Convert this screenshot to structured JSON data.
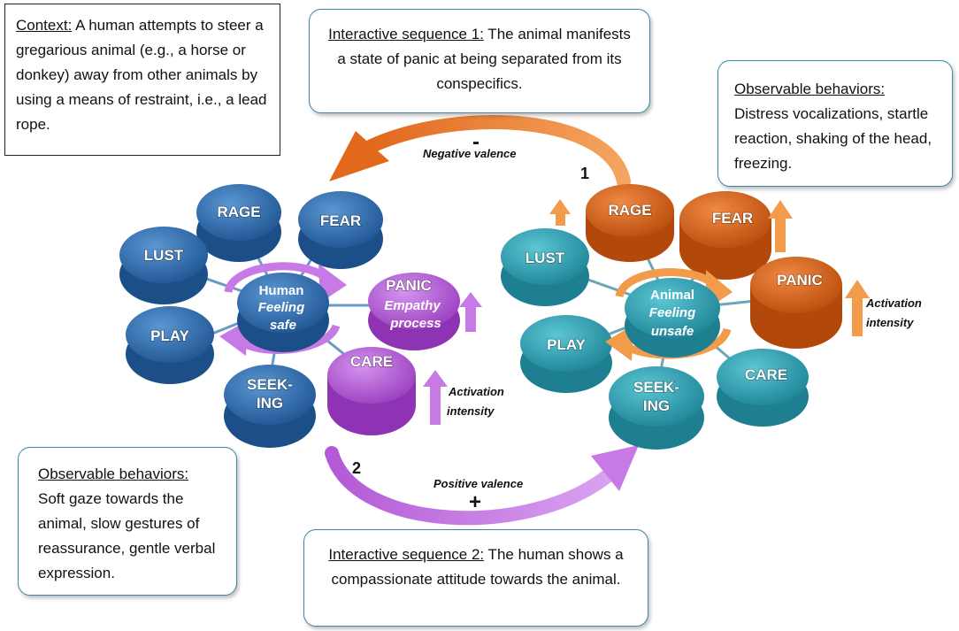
{
  "context": {
    "heading": "Context:",
    "text": " A human attempts to steer a gregarious animal (e.g., a horse or donkey) away from other animals by using a means of restraint, i.e., a lead rope."
  },
  "sequence1": {
    "heading": "Interactive sequence 1:",
    "text": "  The animal manifests a state of panic at being separated from its conspecifics."
  },
  "sequence2": {
    "heading": "Interactive sequence 2:",
    "text": " The human shows a compassionate attitude towards the animal."
  },
  "animal_behaviors": {
    "heading": "Observable behaviors:",
    "text": "Distress vocalizations, startle reaction, shaking of the head, freezing."
  },
  "human_behaviors": {
    "heading": "Observable behaviors:",
    "text": "Soft gaze towards the animal, slow gestures of reassurance, gentle verbal expression."
  },
  "negative_arrow": {
    "sign": "-",
    "label": "Negative valence",
    "number": "1"
  },
  "positive_arrow": {
    "sign": "+",
    "label": "Positive valence",
    "number": "2"
  },
  "human_cluster": {
    "center_title": "Human",
    "center_line2": "Feeling",
    "center_line3": "safe",
    "buttons": [
      "RAGE",
      "FEAR",
      "LUST",
      "PLAY",
      "SEEK-",
      "ING",
      "CARE",
      "PANIC"
    ],
    "panic_sub1": "Empathy",
    "panic_sub2": "process",
    "activation_label1": "Activation",
    "activation_label2": "intensity"
  },
  "animal_cluster": {
    "center_title": "Animal",
    "center_line2": "Feeling",
    "center_line3": "unsafe",
    "buttons": [
      "RAGE",
      "FEAR",
      "LUST",
      "PLAY",
      "SEEK-",
      "ING",
      "CARE",
      "PANIC"
    ],
    "activation_label1": "Activation",
    "activation_label2": "intensity"
  },
  "colors": {
    "blue": "#2f6fb0",
    "purple": "#b35ad6",
    "orange": "#e2681c",
    "teal": "#2ea6b8",
    "arrow_orange": "#f29b4b",
    "arrow_purple": "#c77ae6",
    "border": "#3a86a8"
  }
}
